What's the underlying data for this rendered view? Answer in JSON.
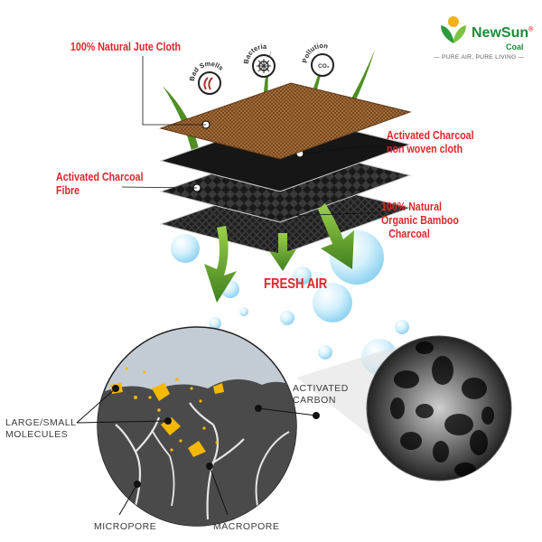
{
  "logo": {
    "brand": "NewSun",
    "registered_mark": "®",
    "sub": "Coal",
    "tagline": "— PURE AIR, PURE LIVING —"
  },
  "icons": {
    "bad_smells": "Bad Smells",
    "bacteria": "Bacteria",
    "pollution": "Pollution",
    "pollution_symbol": "CO₂"
  },
  "layers": {
    "jute": "100% Natural Jute Cloth",
    "charcoal_cloth_line1": "Activated Charcoal",
    "charcoal_cloth_line2": "non woven cloth",
    "charcoal_fibre_line1": "Activated Charcoal",
    "charcoal_fibre_line2": "Fibre",
    "bamboo_line1": "100% Natural",
    "bamboo_line2": "Organic Bamboo",
    "bamboo_line3": "Charcoal"
  },
  "fresh_air": "FRESH AIR",
  "carbon_diagram": {
    "molecules_line1": "LARGE/SMALL",
    "molecules_line2": "MOLECULES",
    "activated_line1": "ACTIVATED",
    "activated_line2": "CARBON",
    "micropore": "MICROPORE",
    "macropore": "MACROPORE"
  },
  "colors": {
    "label_red": "#e0262a",
    "brand_green": "#1c8c3a",
    "arrow_green": "#5a9a2a",
    "jute_brown": "#8b5a2b",
    "carbon_grey": "#4a4a4a",
    "molecule_yellow": "#f5b800"
  }
}
